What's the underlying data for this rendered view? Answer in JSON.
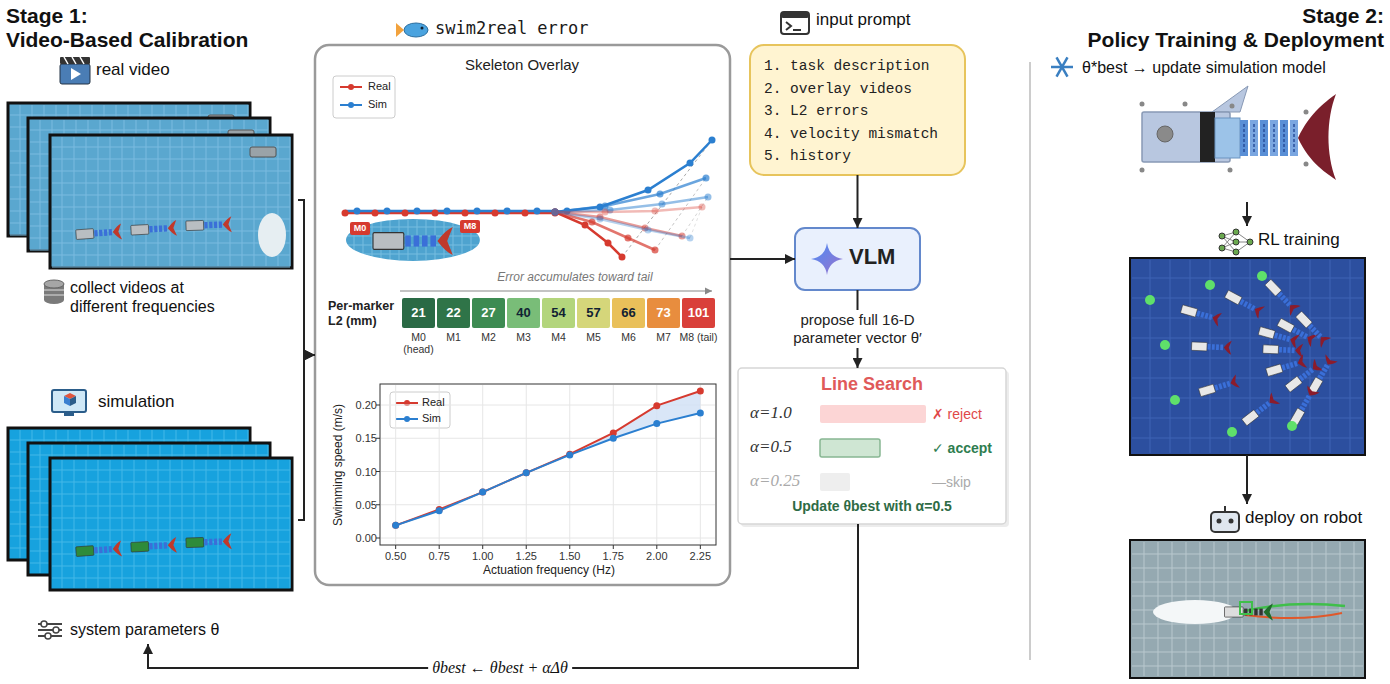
{
  "diagram": {
    "nodes": [
      {
        "text": [
          "real video",
          "collect videos at different frequencies"
        ]
      },
      {
        "text": [
          "simulation",
          "system parameters θ"
        ]
      },
      {
        "text": [
          "swim2real error"
        ]
      },
      {
        "text": [
          "input prompt",
          "1. task description",
          "2. overlay videos",
          "3. L2 errors",
          "4. velocity mismatch",
          "5. history"
        ]
      },
      {
        "text": [
          "VLM"
        ]
      },
      {
        "text": [
          "Line Search",
          "α=1.0",
          "✗ reject",
          "α=0.5",
          "✓ accept",
          "α=0.25",
          "—skip",
          "Update θbest with α=0.5"
        ]
      },
      {
        "text": [
          "θ*best → update simulation model"
        ]
      },
      {
        "text": [
          "RL training"
        ]
      },
      {
        "text": [
          "deploy on robot"
        ]
      }
    ],
    "edges": [
      {
        "from": 0,
        "to": 2,
        "arrow": "to"
      },
      {
        "from": 1,
        "to": 2,
        "arrow": "to"
      },
      {
        "from": 2,
        "to": 4,
        "arrow": "to"
      },
      {
        "from": 3,
        "to": 4,
        "arrow": "to"
      },
      {
        "from": 4,
        "to": 5,
        "label": "propose full 16-D parameter vector θ′",
        "arrow": "to"
      },
      {
        "from": 5,
        "to": 1,
        "label": "θbest ← θbest + αΔθ",
        "arrow": "to"
      },
      {
        "from": 6,
        "to": 7,
        "arrow": "to"
      },
      {
        "from": 7,
        "to": 8,
        "arrow": "to"
      }
    ],
    "labels": [
      "Stage 1:",
      "Video-Based Calibration",
      "Stage 2:",
      "Policy Training & Deployment",
      "Skeleton Overlay",
      "M0",
      "M8",
      "Error accumulates toward tail",
      "Per-marker L2 (mm)",
      "21",
      "22",
      "27",
      "40",
      "54",
      "57",
      "66",
      "73",
      "101",
      "M0 (head)",
      "M1",
      "M2",
      "M3",
      "M4",
      "M5",
      "M6",
      "M7",
      "M8 (tail)",
      "0.20",
      "0.15",
      "0.10",
      "0.05",
      "0.00",
      "Swimming speed (m/s)",
      "0.50",
      "0.75",
      "1.00",
      "1.25",
      "1.50",
      "1.75",
      "2.00",
      "2.25",
      "Actuation frequency (Hz)"
    ],
    "legend": [
      {
        "text": "Real"
      },
      {
        "text": "Sim"
      },
      {
        "text": "Real"
      },
      {
        "text": "Sim"
      }
    ]
  }
}
